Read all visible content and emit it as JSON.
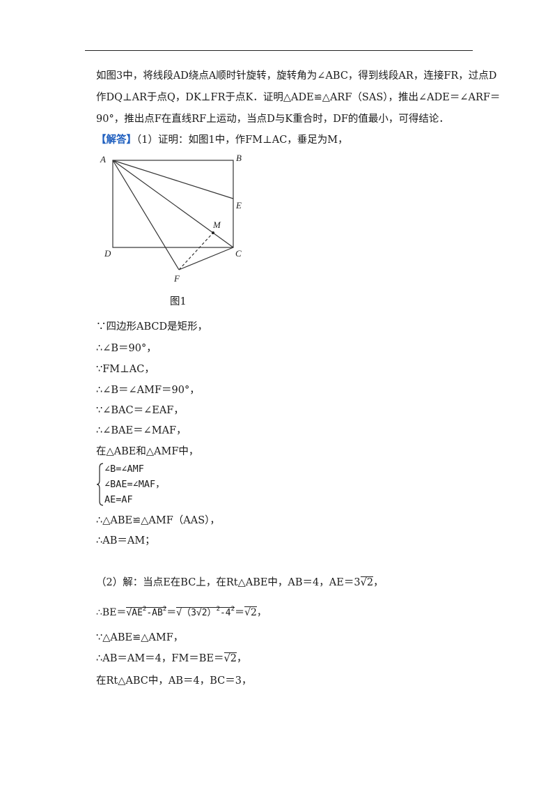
{
  "intro": {
    "line1": "如图3中，将线段AD绕点A顺时针旋转，旋转角为∠ABC，得到线段AR，连接FR，过点D",
    "line2": "作DQ⊥AR于点Q，DK⊥FR于点K．证明△ADE≌△ARF（SAS），推出∠ADE＝∠ARF＝",
    "line3": "90°，推出点F在直线RF上运动，当点D与K重合时，DF的值最小，可得结论．"
  },
  "answer": {
    "label": "【解答】",
    "text": "（1）证明：如图1中，作FM⊥AC，垂足为M，"
  },
  "figure": {
    "caption": "图1",
    "points": {
      "A": "A",
      "B": "B",
      "C": "C",
      "D": "D",
      "E": "E",
      "F": "F",
      "M": "M"
    }
  },
  "proof": [
    "∵四边形ABCD是矩形，",
    "∴∠B＝90°，",
    "∵FM⊥AC，",
    "∴∠B＝∠AMF＝90°，",
    "∵∠BAC＝∠EAF，",
    "∴∠BAE＝∠MAF，",
    "在△ABE和△AMF中，"
  ],
  "cases": [
    "∠B=∠AMF",
    "∠BAE=∠MAF，",
    "AE=AF"
  ],
  "proof_end": [
    "∴△ABE≌△AMF（AAS），",
    "∴AB＝AM；"
  ],
  "part2": {
    "line1_a": "（2）解：当点E在BC上，在Rt△ABE中，AB＝4，AE＝3",
    "line1_rad": "2",
    "line1_end": "，",
    "be_prefix": "∴BE＝",
    "be_rad1": "AE",
    "be_rad1_mid": "-AB",
    "be_eq": "＝",
    "be_rad2": "（3",
    "be_rad2_inner": "2",
    "be_rad2_mid": "）",
    "be_rad2_end": "-4",
    "sup2": "2",
    "be_eq2": "＝",
    "be_rad3": "2",
    "be_end": "，",
    "line3": "∵△ABE≌△AMF，",
    "line4_a": "∴AB＝AM＝4，FM＝BE＝",
    "line4_rad": "2",
    "line4_end": "，",
    "line5": "在Rt△ABC中，AB＝4，BC＝3，"
  }
}
